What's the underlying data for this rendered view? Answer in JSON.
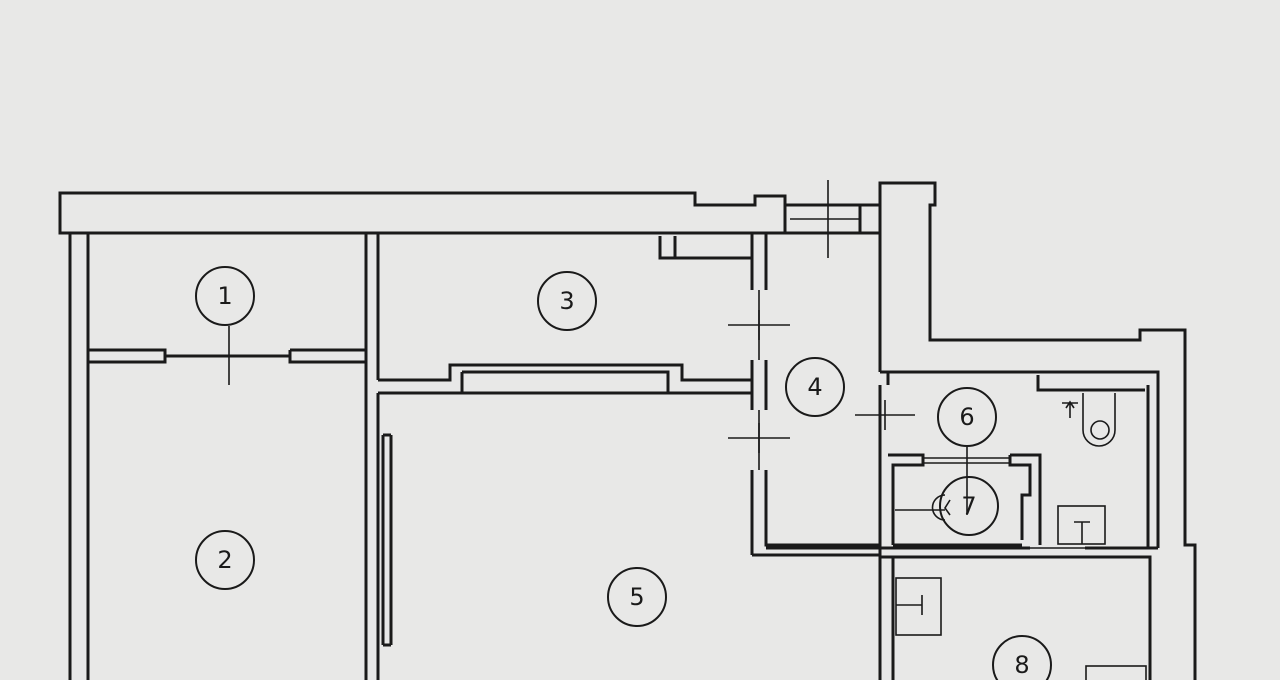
{
  "plan": {
    "rooms": [
      {
        "number": "1"
      },
      {
        "number": "2"
      },
      {
        "number": "3"
      },
      {
        "number": "4"
      },
      {
        "number": "5"
      },
      {
        "number": "6"
      },
      {
        "number": "7"
      },
      {
        "number": "8"
      }
    ]
  }
}
